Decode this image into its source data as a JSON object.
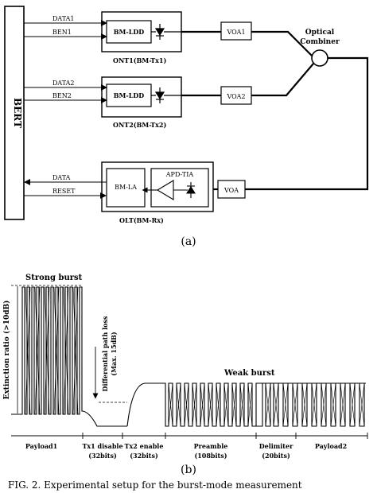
{
  "setup": {
    "bert": "BERT",
    "ont1": {
      "data": "DATA1",
      "ben": "BEN1",
      "chip": "BM-LDD",
      "caption": "ONT1(BM-Tx1)",
      "voa": "VOA1"
    },
    "ont2": {
      "data": "DATA2",
      "ben": "BEN2",
      "chip": "BM-LDD",
      "caption": "ONT2(BM-Tx2)",
      "voa": "VOA2"
    },
    "combiner": {
      "line1": "Optical",
      "line2": "Combiner"
    },
    "olt": {
      "data": "DATA",
      "reset": "RESET",
      "la": "BM-LA",
      "apd": "APD-TIA",
      "caption": "OLT(BM-Rx)",
      "voa": "VOA"
    },
    "sublabel": "(a)"
  },
  "timing": {
    "strong_burst": "Strong burst",
    "weak_burst": "Weak burst",
    "y_label": "Extinction ratio (>10dB)",
    "loss_label_1": "Differential path loss",
    "loss_label_2": "(Max. 15dB)",
    "segments": [
      {
        "name": "Payload1",
        "detail": ""
      },
      {
        "name": "Tx1 disable",
        "detail": "(32bits)"
      },
      {
        "name": "Tx2 enable",
        "detail": "(32bits)"
      },
      {
        "name": "Preamble",
        "detail": "(108bits)"
      },
      {
        "name": "Delimiter",
        "detail": "(20bits)"
      },
      {
        "name": "Payload2",
        "detail": ""
      }
    ],
    "sublabel": "(b)"
  },
  "caption": "FIG. 2. Experimental setup for the burst-mode measurement"
}
